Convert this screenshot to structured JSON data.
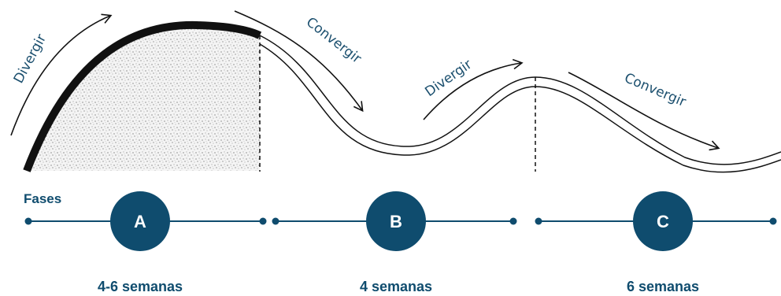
{
  "labels": {
    "divergir_1": "Divergir",
    "convergir_1": "Convergir",
    "divergir_2": "Divergir",
    "convergir_2": "Convergir"
  },
  "phases": {
    "title": "Fases",
    "items": [
      {
        "letter": "A",
        "duration": "4-6 semanas"
      },
      {
        "letter": "B",
        "duration": "4 semanas"
      },
      {
        "letter": "C",
        "duration": "6 semanas"
      }
    ]
  },
  "colors": {
    "accent": "#0f4c6e",
    "stroke": "#111111",
    "fill_speckle": "#f2f2f2"
  }
}
